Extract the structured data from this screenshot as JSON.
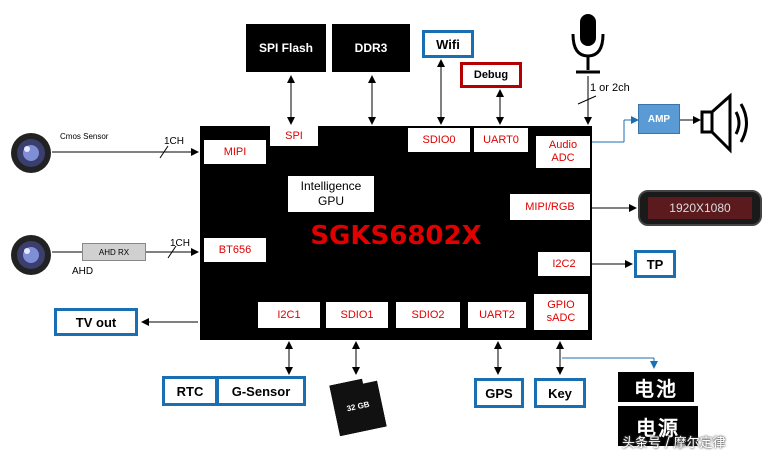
{
  "chip": {
    "name": "SGKS6802X",
    "name_color": "#e00000",
    "gpu_label_line1": "Intelligence",
    "gpu_label_line2": "GPU"
  },
  "ports": {
    "mipi": "MIPI",
    "spi": "SPI",
    "sdio0": "SDIO0",
    "uart0": "UART0",
    "audio_adc_line1": "Audio",
    "audio_adc_line2": "ADC",
    "mipi_rgb": "MIPI/RGB",
    "bt656": "BT656",
    "i2c2": "I2C2",
    "i2c1": "I2C1",
    "sdio1": "SDIO1",
    "sdio2": "SDIO2",
    "uart2": "UART2",
    "gpio_line1": "GPIO",
    "gpio_line2": "sADC"
  },
  "peripherals": {
    "spi_flash": "SPI  Flash",
    "ddr3": "DDR3",
    "wifi": "Wifi",
    "debug": "Debug",
    "amp": "AMP",
    "tp": "TP",
    "tv_out": "TV out",
    "rtc": "RTC",
    "g_sensor": "G-Sensor",
    "gps": "GPS",
    "key": "Key",
    "battery": "电池",
    "power": "电源",
    "ahd_rx": "AHD RX",
    "display_resolution": "1920X1080",
    "sd_card_capacity": "32 GB"
  },
  "labels": {
    "cmos_sensor": "Cmos Sensor",
    "ch1_top": "1CH",
    "ch1_bottom": "1CH",
    "ahd": "AHD",
    "mic_channels": "1 or 2ch"
  },
  "watermark": "头条号 / 摩尔定律",
  "colors": {
    "accent_blue": "#1a6fb3",
    "debug_red": "#b30000",
    "port_text_red": "#e00000"
  }
}
